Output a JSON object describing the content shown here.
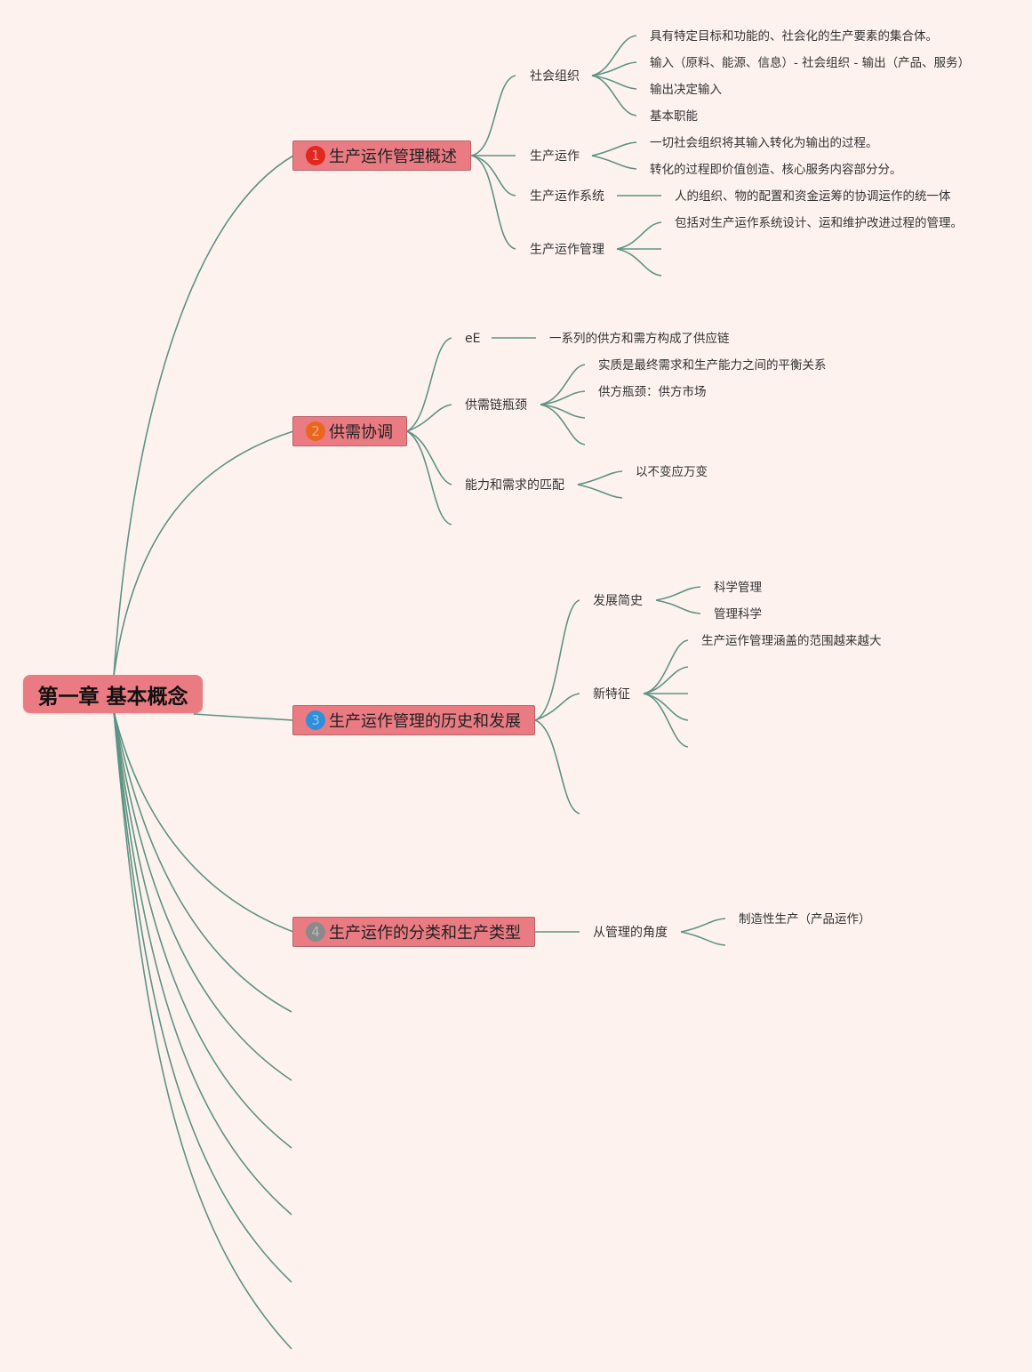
{
  "root": {
    "label": "第一章 基本概念"
  },
  "colors": {
    "branch_line": "#5f9384",
    "node_fill": "#ea7b83",
    "background": "#fdf2ee"
  },
  "topics": [
    {
      "badge": "1",
      "badge_color": "#e0281e",
      "badge_text_color": "#f4a0a0",
      "label": "生产运作管理概述",
      "children": [
        {
          "label": "社会组织",
          "children": [
            "具有特定目标和功能的、社会化的生产要素的集合体。",
            "输入（原料、能源、信息）- 社会组织 - 输出（产品、服务）",
            "输出决定输入",
            "基本职能"
          ]
        },
        {
          "label": "生产运作",
          "children": [
            "一切社会组织将其输入转化为输出的过程。",
            "转化的过程即价值创造、核心服务内容部分分。"
          ]
        },
        {
          "label": "生产运作系统",
          "children": [
            "人的组织、物的配置和资金运筹的协调运作的统一体"
          ]
        },
        {
          "label": "生产运作管理",
          "children": [
            "包括对生产运作系统设计、运和维护改进过程的管理。"
          ]
        }
      ]
    },
    {
      "badge": "2",
      "badge_color": "#e8661e",
      "badge_text_color": "#f5a97a",
      "label": "供需协调",
      "children": [
        {
          "label": "eE",
          "children": [
            "一系列的供方和需方构成了供应链"
          ]
        },
        {
          "label": "供需链瓶颈",
          "children": [
            "实质是最终需求和生产能力之间的平衡关系",
            "供方瓶颈：供方市场"
          ]
        },
        {
          "label": "能力和需求的匹配",
          "children": [
            "以不变应万变"
          ]
        }
      ]
    },
    {
      "badge": "3",
      "badge_color": "#2f8fd8",
      "badge_text_color": "#8fc6f0",
      "label": "生产运作管理的历史和发展",
      "children": [
        {
          "label": "发展简史",
          "children": [
            "科学管理",
            "管理科学"
          ]
        },
        {
          "label": "新特征",
          "children": [
            "生产运作管理涵盖的范围越来越大"
          ]
        }
      ]
    },
    {
      "badge": "4",
      "badge_color": "#8a8a8a",
      "badge_text_color": "#b8b8b8",
      "label": "生产运作的分类和生产类型",
      "children": [
        {
          "label": "从管理的角度",
          "children": [
            "制造性生产（产品运作）"
          ]
        }
      ]
    }
  ]
}
